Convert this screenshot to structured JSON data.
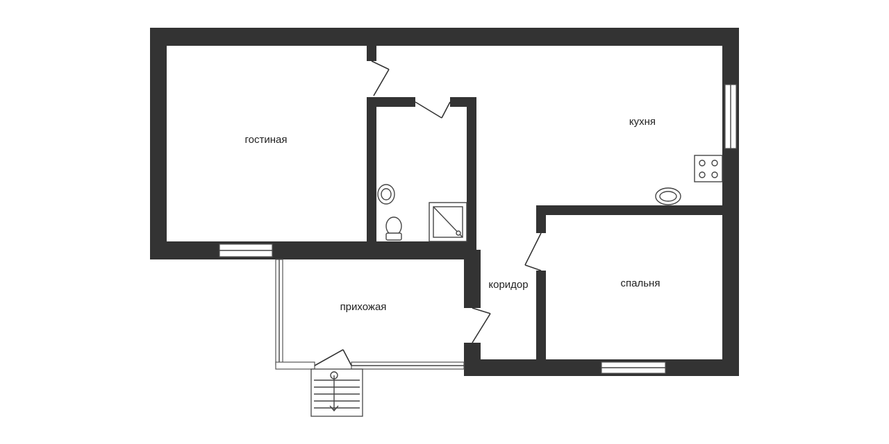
{
  "rooms": {
    "living_room": "гостиная",
    "kitchen": "кухня",
    "corridor": "коридор",
    "bedroom": "спальня",
    "hallway": "прихожая"
  },
  "fixtures": [
    "washbasin-icon",
    "toilet-icon",
    "shower-tray-icon",
    "kitchen-sink-icon",
    "stove-icon",
    "staircase-icon"
  ],
  "colors": {
    "wall": "#333333",
    "background": "#ffffff"
  }
}
